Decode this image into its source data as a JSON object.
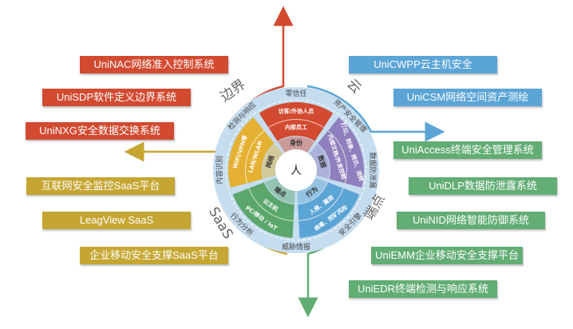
{
  "colors": {
    "border": "#d24a30",
    "saas": "#c5a632",
    "cloud": "#5ba4d6",
    "endpoint": "#62ad74",
    "ring": "#c5ddef",
    "identity": "#d24a30",
    "network": "#e5b133",
    "data": "#8e7fbe",
    "endpoint_seg": "#5aa66b",
    "behavior": "#5ba4d6"
  },
  "categories": {
    "border": "边界",
    "cloud": "云",
    "saas": "SaaS",
    "endpoint": "端点"
  },
  "products": {
    "border": [
      "UniNAC网络准入控制系统",
      "UniSDP软件定义边界系统",
      "UniNXG安全数据交换系统"
    ],
    "saas": [
      "互联网安全监控SaaS平台",
      "LeagView SaaS",
      "企业移动安全支撑SaaS平台"
    ],
    "cloud": [
      "UniCWPP云主机安全",
      "UniCSM网络空间资产测绘"
    ],
    "endpoint": [
      "UniAccess终端安全管理系统",
      "UniDLP数据防泄露系统",
      "UniNID网络智能防御系统",
      "UniEMM企业移动安全支撑平台",
      "UniEDR终端检测与响应系统"
    ]
  },
  "wheel": {
    "center": "人",
    "ring_labels": [
      "零信任",
      "资产安全管理",
      "数据防泄漏",
      "安全引擎",
      "威胁情报",
      "行为分析",
      "内容识别",
      "检测与响应"
    ],
    "segments": {
      "identity": {
        "core": "身份",
        "inner": "内部员工",
        "outer": "访客/外协人员"
      },
      "data": {
        "core": "数据",
        "inner": "内部文档/外发控制",
        "outer": "打印、刻录、拷贝、流转"
      },
      "behavior": {
        "core": "行为",
        "inner": "入侵、漏洞",
        "outer": "病毒、挖矿风险"
      },
      "endpoint": {
        "core": "端点",
        "inner": "云主机",
        "outer": "PC/移动 / IoT"
      },
      "network": {
        "core": "网络",
        "inner": "LAN/WLAN",
        "outer": "WiFi/VPN等"
      }
    }
  }
}
